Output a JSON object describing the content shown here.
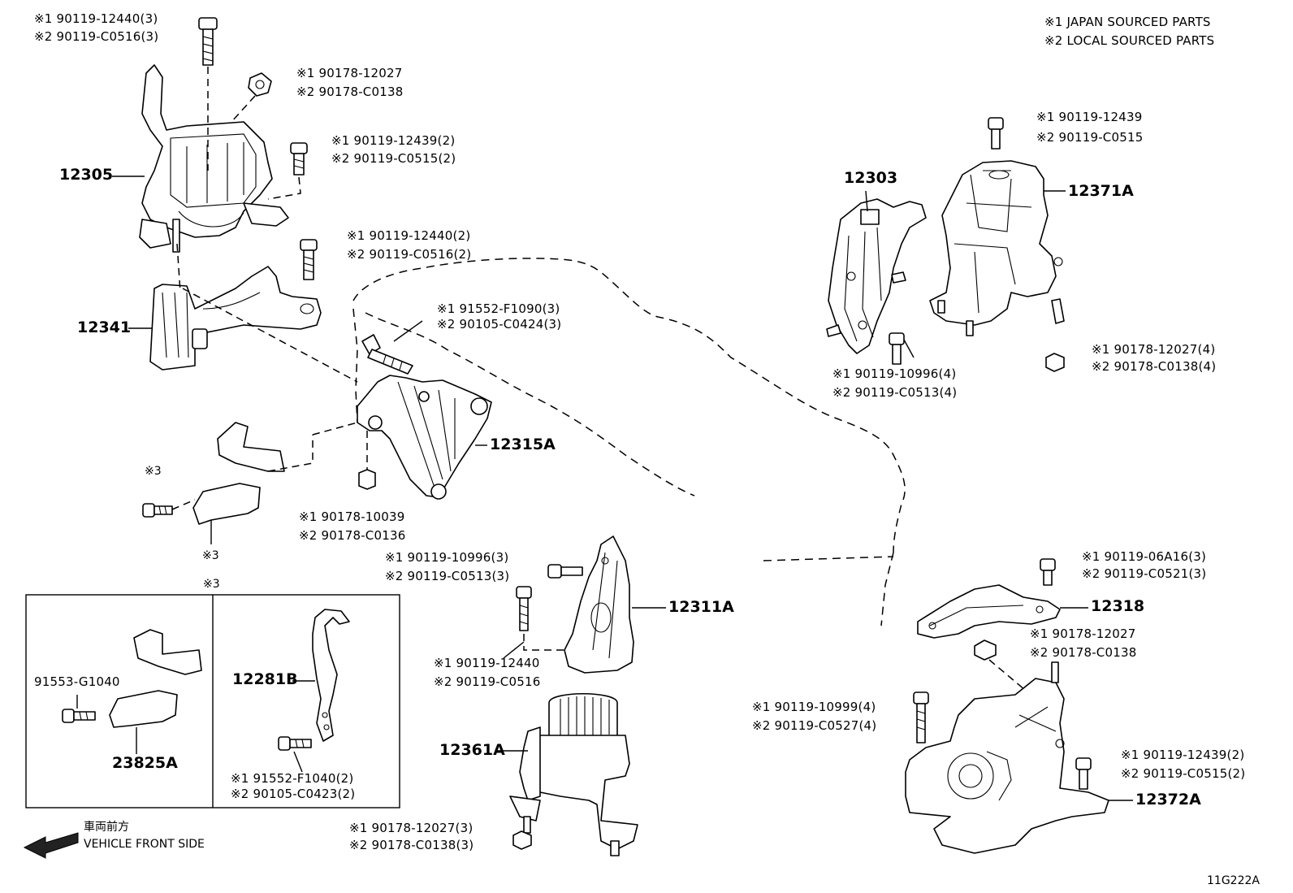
{
  "legend": {
    "line1": "※1 JAPAN SOURCED PARTS",
    "line2": "※2 LOCAL SOURCED PARTS"
  },
  "diagram_code": "11G222A",
  "front": {
    "jp": "車両前方",
    "en": "VEHICLE FRONT SIDE"
  },
  "note3": "※3",
  "parts": {
    "p12305": "12305",
    "p12341": "12341",
    "p12315A": "12315A",
    "p12303": "12303",
    "p12371A": "12371A",
    "p12311A": "12311A",
    "p12361A": "12361A",
    "p12318": "12318",
    "p12372A": "12372A",
    "p12281B": "12281B",
    "p23825A": "23825A"
  },
  "refs": {
    "r1a": "※1 90119-12440(3)",
    "r1b": "※2 90119-C0516(3)",
    "r2a": "※1 90178-12027",
    "r2b": "※2 90178-C0138",
    "r3a": "※1 90119-12439(2)",
    "r3b": "※2 90119-C0515(2)",
    "r4a": "※1 90119-12440(2)",
    "r4b": "※2 90119-C0516(2)",
    "r5a": "※1 91552-F1090(3)",
    "r5b": "※2 90105-C0424(3)",
    "r6a": "※1 90178-10039",
    "r6b": "※2 90178-C0136",
    "r7a": "※1 90119-12439",
    "r7b": "※2 90119-C0515",
    "r8a": "※1 90119-10996(4)",
    "r8b": "※2 90119-C0513(4)",
    "r9a": "※1 90178-12027(4)",
    "r9b": "※2 90178-C0138(4)",
    "r10a": "※1 90119-10996(3)",
    "r10b": "※2 90119-C0513(3)",
    "r11a": "※1 90119-12440",
    "r11b": "※2 90119-C0516",
    "r12a": "※1 90119-06A16(3)",
    "r12b": "※2 90119-C0521(3)",
    "r13a": "※1 90178-12027",
    "r13b": "※2 90178-C0138",
    "r14a": "※1 90119-10999(4)",
    "r14b": "※2 90119-C0527(4)",
    "r15a": "※1 90119-12439(2)",
    "r15b": "※2 90119-C0515(2)",
    "r16a": "※1 90178-12027(3)",
    "r16b": "※2 90178-C0138(3)",
    "r17": "91553-G1040",
    "r18a": "※1 91552-F1040(2)",
    "r18b": "※2 90105-C0423(2)"
  }
}
